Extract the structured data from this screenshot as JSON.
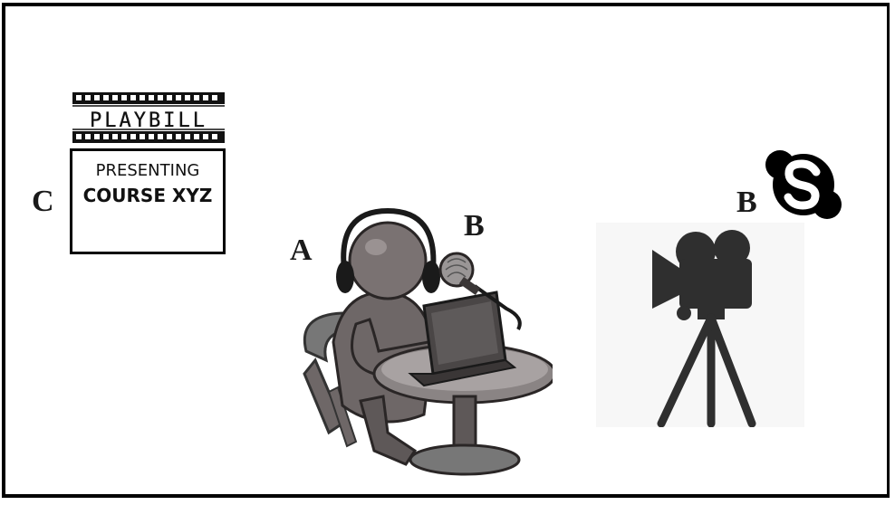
{
  "labels": {
    "c": "C",
    "a": "A",
    "b_mic": "B",
    "b_camera": "B"
  },
  "playbill": {
    "banner_text": "PLAYBILL",
    "line1": "PRESENTING",
    "line2": "COURSE XYZ"
  },
  "icons": {
    "playbill": "playbill-banner-icon",
    "person": "headset-person-at-laptop-icon",
    "microphone": "microphone-icon",
    "camera": "video-camera-on-tripod-icon",
    "skype": "skype-logo-icon"
  },
  "colors": {
    "border": "#000000",
    "figure_body": "#6e6767",
    "figure_shadow": "#3e3a3a",
    "camera": "#2f2f2f"
  }
}
